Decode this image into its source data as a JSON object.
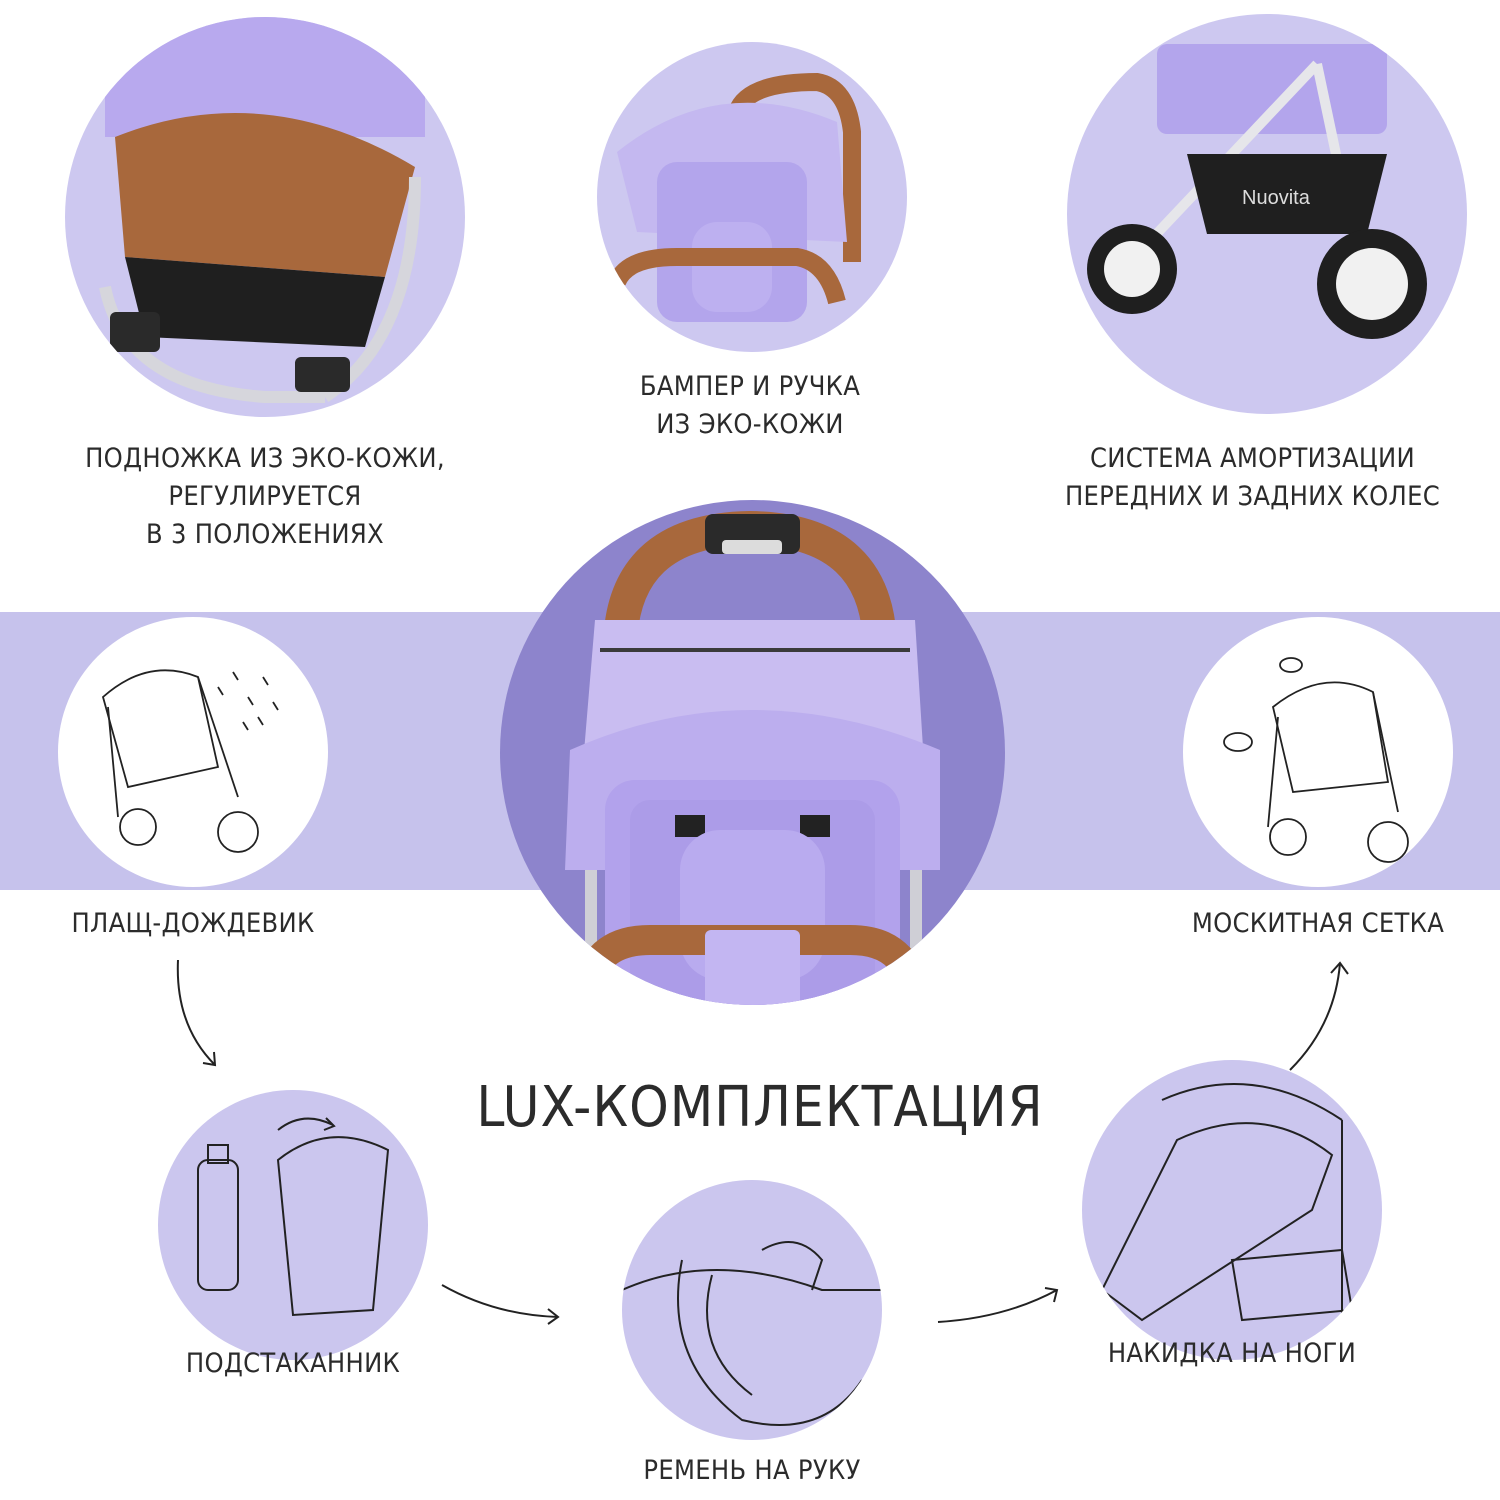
{
  "title": "LUX-КОМПЛЕКТАЦИЯ",
  "features_top": [
    {
      "lines": [
        "ПОДНОЖКА ИЗ ЭКО-КОЖИ,",
        "РЕГУЛИРУЕТСЯ",
        "В 3 ПОЛОЖЕНИЯХ"
      ]
    },
    {
      "lines": [
        "БАМПЕР И РУЧКА",
        "ИЗ ЭКО-КОЖИ"
      ]
    },
    {
      "lines": [
        "СИСТЕМА АМОРТИЗАЦИИ",
        "ПЕРЕДНИХ И ЗАДНИХ КОЛЕС"
      ]
    }
  ],
  "accessories": {
    "raincover": "ПЛАЩ-ДОЖДЕВИК",
    "mosquito_net": "МОСКИТНАЯ СЕТКА",
    "cup_holder": "ПОДСТАКАННИК",
    "wrist_strap": "РЕМЕНЬ НА РУКУ",
    "footmuff": "НАКИДКА НА НОГИ"
  },
  "brand_on_basket": "Nuovita",
  "colors": {
    "lavender_light": "#cbc6ee",
    "lavender_band": "#c6c2ec",
    "lavender_dark": "#8d84cc",
    "leather": "#a8683c",
    "text": "#2b2b2b"
  }
}
